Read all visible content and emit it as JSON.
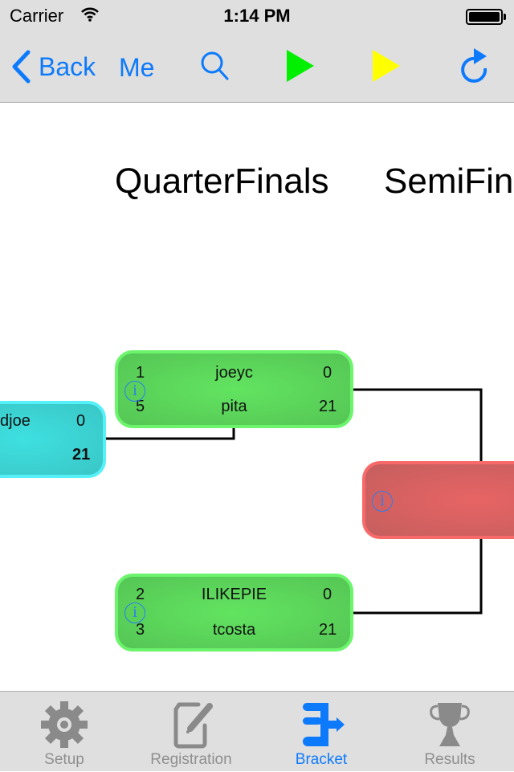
{
  "status_bar": {
    "carrier": "Carrier",
    "time": "1:14 PM"
  },
  "nav": {
    "back_label": "Back",
    "me_label": "Me",
    "icons": [
      "search-icon",
      "play-green-icon",
      "play-yellow-icon",
      "refresh-icon"
    ],
    "colors": {
      "tint": "#0d7afc",
      "play_green": "#00f000",
      "play_yellow": "#ffff00"
    }
  },
  "bracket": {
    "rounds": [
      "QuarterFinals",
      "SemiFinals"
    ],
    "prev_match": {
      "player_top": "djoe",
      "score_top": "0",
      "score_bottom": "21"
    },
    "matches": [
      {
        "top": {
          "seed": "1",
          "name": "joeyc",
          "score": "0"
        },
        "bottom": {
          "seed": "5",
          "name": "pita",
          "score": "21"
        }
      },
      {
        "top": {
          "seed": "2",
          "name": "ILIKEPIE",
          "score": "0"
        },
        "bottom": {
          "seed": "3",
          "name": "tcosta",
          "score": "21"
        }
      }
    ],
    "semifinal": {
      "info_icon": "info-icon"
    },
    "colors": {
      "match_complete": "#5bd65b",
      "match_prev": "#3ed6d6",
      "match_pending": "#e06060"
    }
  },
  "tabbar": {
    "items": [
      {
        "label": "Setup",
        "icon": "gear-icon"
      },
      {
        "label": "Registration",
        "icon": "edit-document-icon"
      },
      {
        "label": "Bracket",
        "icon": "bracket-icon",
        "active": true
      },
      {
        "label": "Results",
        "icon": "trophy-icon"
      }
    ]
  }
}
